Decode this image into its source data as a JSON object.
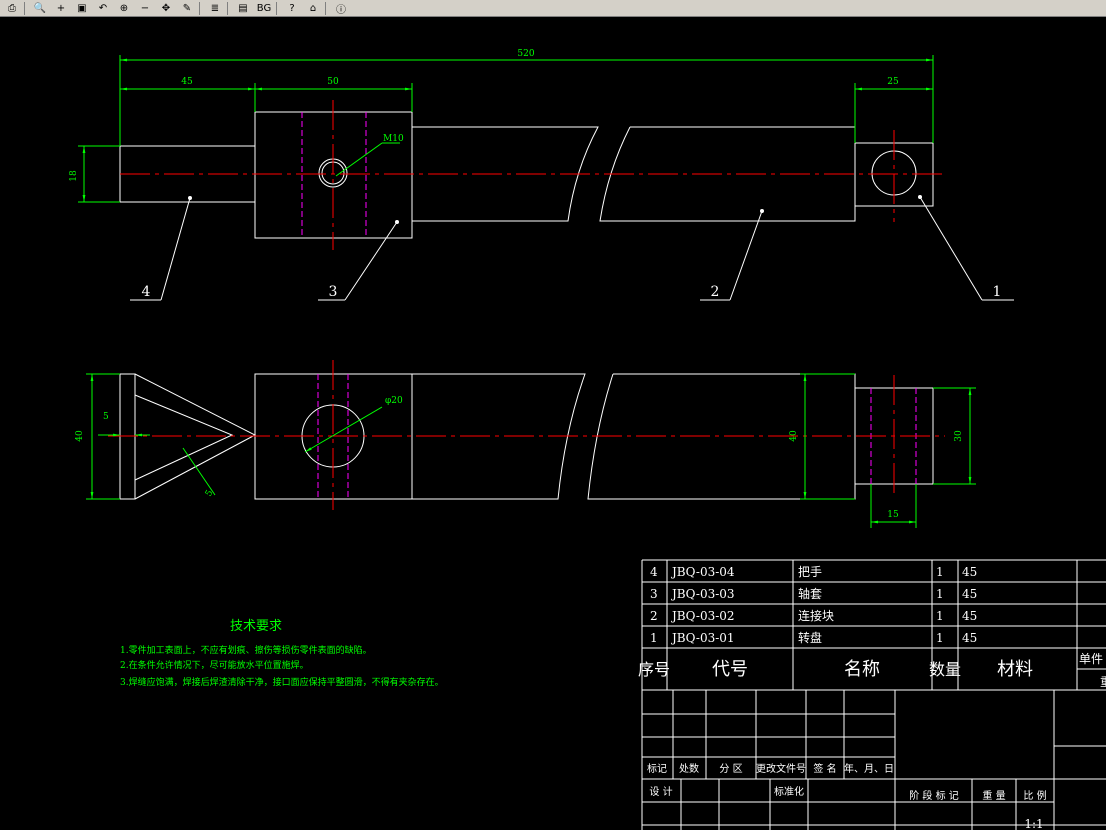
{
  "toolbar": {
    "buttons": [
      {
        "icon": "print-icon",
        "glyph": "⎙"
      },
      {
        "icon": "zoom-realtime-icon",
        "glyph": "🔍"
      },
      {
        "icon": "zoom-in-icon",
        "glyph": "+"
      },
      {
        "icon": "zoom-window-icon",
        "glyph": "▣"
      },
      {
        "icon": "zoom-previous-icon",
        "glyph": "↶"
      },
      {
        "icon": "zoom-extents-icon",
        "glyph": "⊕"
      },
      {
        "icon": "zoom-out-icon",
        "glyph": "−"
      },
      {
        "icon": "pan-icon",
        "glyph": "✥"
      },
      {
        "icon": "measure-icon",
        "glyph": "✎"
      },
      {
        "icon": "layers-icon",
        "glyph": "≣"
      },
      {
        "icon": "print-preview-icon",
        "glyph": "▤"
      },
      {
        "icon": "background-icon",
        "glyph": "BG"
      },
      {
        "icon": "help-icon",
        "glyph": "?"
      },
      {
        "icon": "home-icon",
        "glyph": "⌂"
      },
      {
        "icon": "info-icon",
        "glyph": "ⓘ"
      }
    ]
  },
  "colors": {
    "geometry": "#ffffff",
    "dimension": "#00ff00",
    "centerline": "#ff0000",
    "hidden": "#ff00ff",
    "table_line": "#ffffff",
    "text": "#ffffff",
    "notes": "#00ff00"
  },
  "dims": {
    "total": "520",
    "d45": "45",
    "d50": "50",
    "d25": "25",
    "d18": "18",
    "m10": "M10",
    "phi20": "φ20",
    "d5": "5",
    "d40a": "40",
    "d5b": "5",
    "d40b": "40",
    "d30": "30",
    "d15": "15"
  },
  "balloons": [
    "1",
    "2",
    "3",
    "4"
  ],
  "tech": {
    "title": "技术要求",
    "lines": [
      "1.零件加工表面上，不应有划痕、擦伤等损伤零件表面的缺陷。",
      "2.在条件允许情况下，尽可能放水平位置施焊。",
      "3.焊缝应饱满，焊接后焊渣清除干净，接口面应保持平整圆滑，不得有夹杂存在。"
    ]
  },
  "bom": {
    "rows": [
      {
        "no": "4",
        "code": "JBQ-03-04",
        "name": "把手",
        "qty": "1",
        "mat": "45"
      },
      {
        "no": "3",
        "code": "JBQ-03-03",
        "name": "轴套",
        "qty": "1",
        "mat": "45"
      },
      {
        "no": "2",
        "code": "JBQ-03-02",
        "name": "连接块",
        "qty": "1",
        "mat": "45"
      },
      {
        "no": "1",
        "code": "JBQ-03-01",
        "name": "转盘",
        "qty": "1",
        "mat": "45"
      }
    ],
    "header": {
      "no": "序号",
      "code": "代号",
      "name": "名称",
      "qty": "数量",
      "mat": "材料",
      "single": "单件",
      "single_sub": "重"
    }
  },
  "title_block": {
    "mark": "标记",
    "count": "处数",
    "zone": "分 区",
    "change_doc": "更改文件号",
    "sign": "签 名",
    "date": "年、月、日",
    "design": "设 计",
    "standard": "标准化",
    "stage_mark": "阶 段 标 记",
    "weight": "重 量",
    "scale": "比 例",
    "scale_value": "1:1"
  }
}
